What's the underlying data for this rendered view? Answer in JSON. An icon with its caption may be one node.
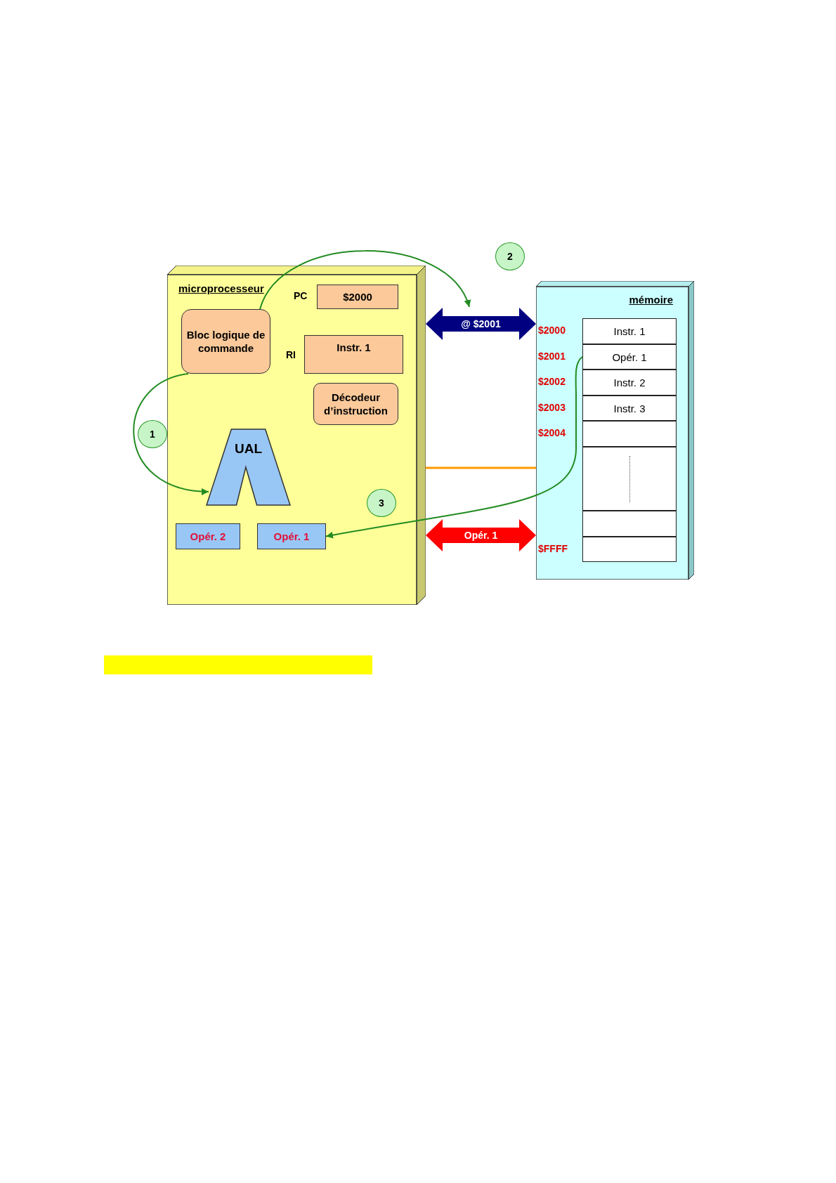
{
  "diagram": {
    "nodes": [
      {
        "text": [
          "microprocesseur"
        ]
      },
      {
        "text": [
          "$2000"
        ],
        "beside": [
          "PC"
        ],
        "in": 0
      },
      {
        "text": [
          "Bloc logique de commande"
        ],
        "in": 0
      },
      {
        "text": [
          "Instr. 1"
        ],
        "beside": [
          "RI"
        ],
        "in": 0
      },
      {
        "text": [
          "Décodeur d’instruction"
        ],
        "in": 0
      },
      {
        "text": [
          "UAL"
        ],
        "in": 0
      },
      {
        "text": [
          "Opér. 2"
        ],
        "in": 0
      },
      {
        "text": [
          "Opér. 1"
        ],
        "in": 0
      },
      {
        "text": [
          "1"
        ]
      },
      {
        "text": [
          "2"
        ]
      },
      {
        "text": [
          "3"
        ],
        "in": 0
      },
      {
        "text": [
          "mémoire"
        ]
      },
      {
        "text": [
          "Instr. 1"
        ],
        "beside": [
          "$2000"
        ],
        "in": 11
      },
      {
        "text": [
          "Opér. 1"
        ],
        "beside": [
          "$2001"
        ],
        "in": 11
      },
      {
        "text": [
          "Instr. 2"
        ],
        "beside": [
          "$2002"
        ],
        "in": 11
      },
      {
        "text": [
          "Instr. 3"
        ],
        "beside": [
          "$2003"
        ],
        "in": 11
      },
      {
        "text": [],
        "shape": "box",
        "beside": [
          "$2004"
        ],
        "in": 11
      },
      {
        "text": [],
        "shape": "box",
        "in": 11
      },
      {
        "text": [],
        "shape": "box",
        "in": 11
      },
      {
        "text": [],
        "shape": "box",
        "beside": [
          "$FFFF"
        ],
        "in": 11
      },
      {
        "text": [],
        "shape": "bar"
      }
    ],
    "edges": [
      {
        "from": 2,
        "to": 5,
        "arrow": "to",
        "color": "#228b22"
      },
      {
        "from": 2,
        "to": null,
        "arrow": "to",
        "color": "#228b22"
      },
      {
        "from": 13,
        "to": 7,
        "arrow": "to",
        "color": "#228b22"
      },
      {
        "from": 0,
        "to": 11,
        "arrow": "both",
        "label": "@ $2001",
        "style": "thick",
        "color": "#000080"
      },
      {
        "from": 0,
        "to": 11,
        "arrow": "none",
        "color": "#ff9900"
      },
      {
        "from": 0,
        "to": 11,
        "arrow": "both",
        "label": "Opér. 1",
        "style": "thick",
        "color": "#ff0000"
      }
    ]
  }
}
